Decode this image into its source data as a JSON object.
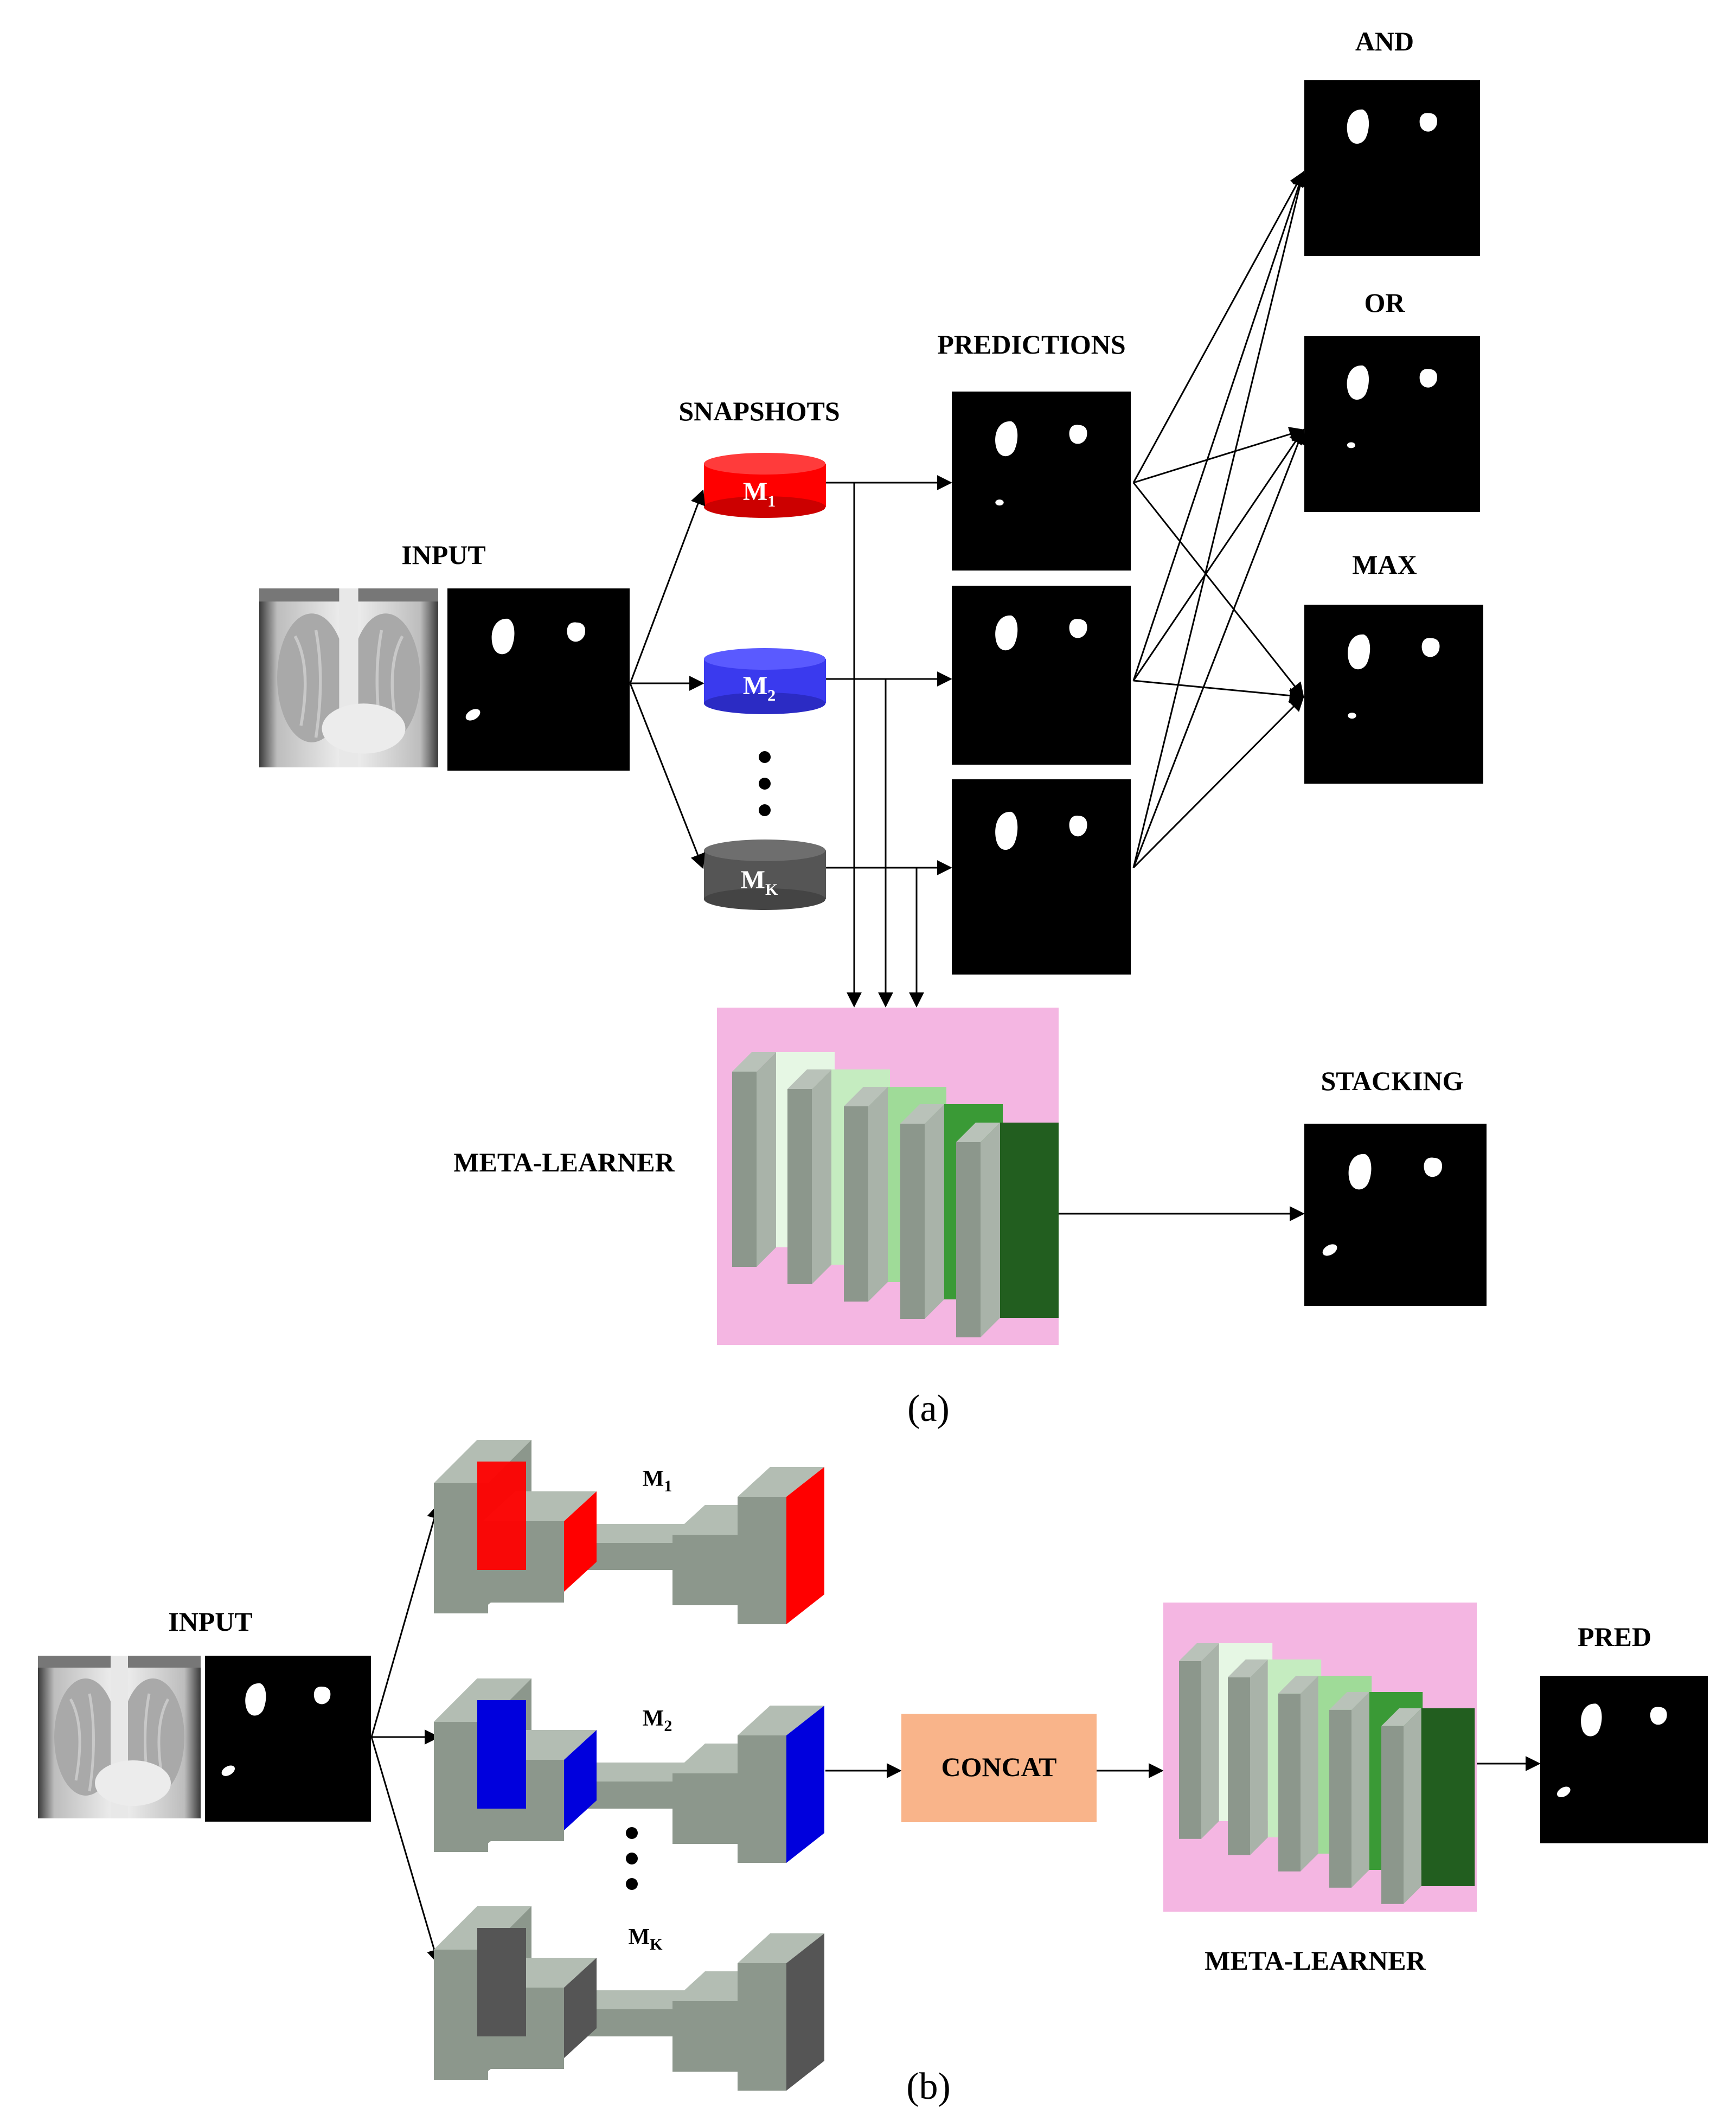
{
  "panel_a": {
    "input_label": "INPUT",
    "snapshots_label": "SNAPSHOTS",
    "predictions_label": "PREDICTIONS",
    "models": [
      {
        "label": "M",
        "sub": "1",
        "color": "#ff0000"
      },
      {
        "label": "M",
        "sub": "2",
        "color": "#3a3aee"
      },
      {
        "label": "M",
        "sub": "K",
        "color": "#555555"
      }
    ],
    "ensemble_labels": [
      "AND",
      "OR",
      "MAX"
    ],
    "meta_learner_label": "META-LEARNER",
    "stacking_label": "STACKING",
    "caption": "(a)"
  },
  "panel_b": {
    "input_label": "INPUT",
    "models": [
      {
        "label": "M",
        "sub": "1",
        "color": "#ff0000"
      },
      {
        "label": "M",
        "sub": "2",
        "color": "#0000dd"
      },
      {
        "label": "M",
        "sub": "K",
        "color": "#555555"
      }
    ],
    "concat_label": "CONCAT",
    "meta_learner_label": "META-LEARNER",
    "pred_label": "PRED",
    "caption": "(b)"
  },
  "colors": {
    "meta_bg": "#f4b6e2",
    "concat_bg": "#f9b48a",
    "slab_side": "#8c978c",
    "slab_fronts": [
      "#e6f7e4",
      "#c5ecc0",
      "#9fdb98",
      "#3a9a36",
      "#225e1f"
    ]
  }
}
